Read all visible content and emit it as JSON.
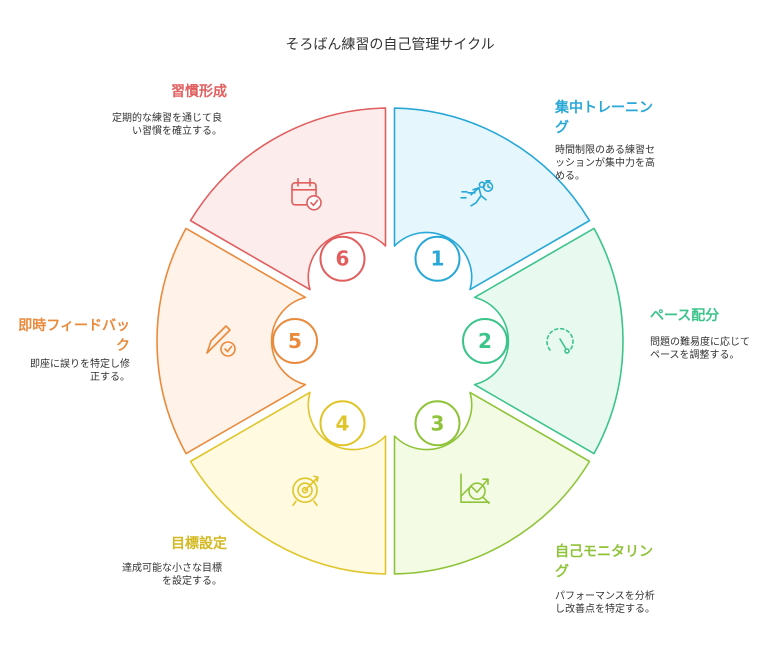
{
  "title": "そろばん練習の自己管理サイクル",
  "steps": [
    {
      "num": "1",
      "label": "集中トレーニング",
      "desc": "時間制限のある練習セッションが集中力を高める。",
      "color": "#29a8d8",
      "fill": "#e6f6fd",
      "icon": "runner-stopwatch-icon"
    },
    {
      "num": "2",
      "label": "ペース配分",
      "desc": "問題の難易度に応じてペースを調整する。",
      "color": "#3cc48a",
      "fill": "#e8f9f0",
      "icon": "gauge-icon"
    },
    {
      "num": "3",
      "label": "自己モニタリング",
      "desc": "パフォーマンスを分析し改善点を特定する。",
      "color": "#8fc43a",
      "fill": "#f3fbe4",
      "icon": "chart-magnifier-icon"
    },
    {
      "num": "4",
      "label": "目標設定",
      "desc": "達成可能な小さな目標を設定する。",
      "color": "#e0c52a",
      "fill": "#fffae0",
      "icon": "target-icon"
    },
    {
      "num": "5",
      "label": "即時フィードバック",
      "desc": "即座に誤りを特定し修正する。",
      "color": "#e98a3c",
      "fill": "#fff2e8",
      "icon": "pencil-check-icon"
    },
    {
      "num": "6",
      "label": "習慣形成",
      "desc": "定期的な練習を通じて良い習慣を確立する。",
      "color": "#e05e5e",
      "fill": "#fdecec",
      "icon": "calendar-check-icon"
    }
  ]
}
